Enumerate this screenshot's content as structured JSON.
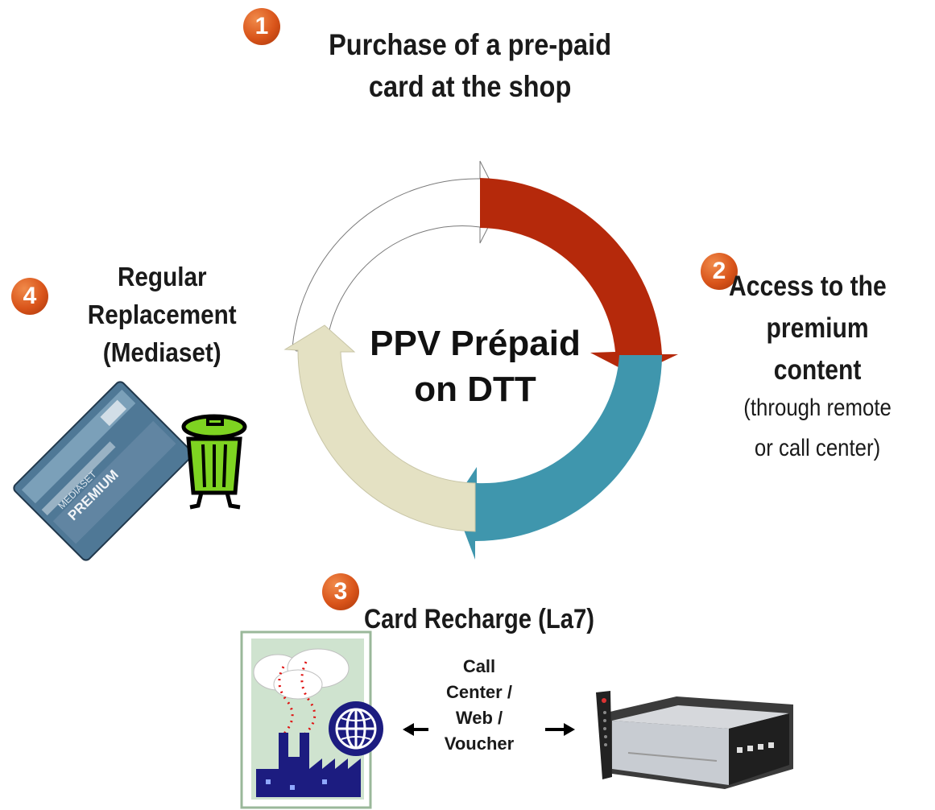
{
  "center": {
    "line1": "PPV Prépaid",
    "line2": "on DTT"
  },
  "steps": [
    {
      "number": "1",
      "lines": [
        "Purchase of a pre-paid",
        "card at the shop"
      ]
    },
    {
      "number": "2",
      "lines": [
        "Access to the",
        "premium",
        "content"
      ],
      "sub": [
        "(through remote",
        "or call center)"
      ]
    },
    {
      "number": "3",
      "lines": [
        "Card Recharge (La7)"
      ]
    },
    {
      "number": "4",
      "lines": [
        "Regular",
        "Replacement",
        "(Mediaset)"
      ]
    }
  ],
  "recharge_channels": [
    "Call",
    "Center /",
    "Web /",
    "Voucher"
  ],
  "card_brand": [
    "MEDIASET",
    "PREMIUM"
  ],
  "colors": {
    "arrow_red": "#b5290b",
    "arrow_teal": "#3f96ad",
    "arrow_beige": "#e4e1c3",
    "arrow_white": "#ffffff",
    "badge": "#d9541a",
    "bin_green": "#7ed321"
  },
  "icons": [
    "prepaid-card-icon",
    "trash-bin-icon",
    "factory-web-icon",
    "globe-icon",
    "set-top-box-icon",
    "remote-control-icon"
  ]
}
